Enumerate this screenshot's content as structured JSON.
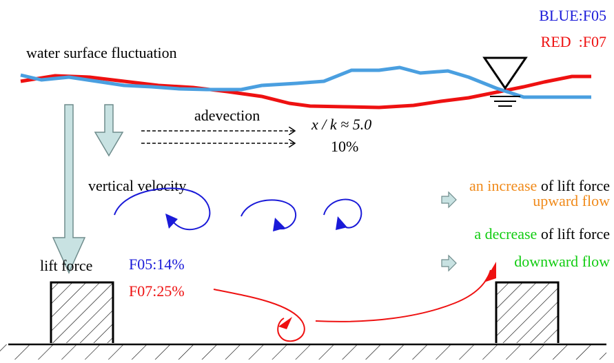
{
  "legend": {
    "blue_label": "BLUE:F05",
    "red_label": "RED  :F07"
  },
  "labels": {
    "water_surface": "water surface fluctuation",
    "advection": "adevection",
    "ratio_formula": "x / k ≈ 5.0",
    "ratio_percent": "10%",
    "vertical_velocity": "vertical velocity",
    "lift_force": "lift force",
    "f05_percent": "F05:14%",
    "f07_percent": "F07:25%"
  },
  "explanation": {
    "increase_highlight": "an increase",
    "increase_rest": " of lift force",
    "upward": "upward flow",
    "decrease_highlight": "a decrease",
    "decrease_rest": " of lift force",
    "downward": "downward flow"
  },
  "colors": {
    "blue_series": "#4a9fe0",
    "red_series": "#ee1111",
    "blue_text": "#1a1ad8",
    "red_text": "#ee1111",
    "orange_text": "#f08a1a",
    "green_text": "#11cc11",
    "big_arrow_fill": "#c8e2e2",
    "big_arrow_stroke": "#6f8c8c",
    "eddy_blue": "#1a1ad8"
  },
  "icons": {
    "water_level": "inverted-triangle-water-level-icon",
    "small_arrow": "right-arrow-icon"
  }
}
